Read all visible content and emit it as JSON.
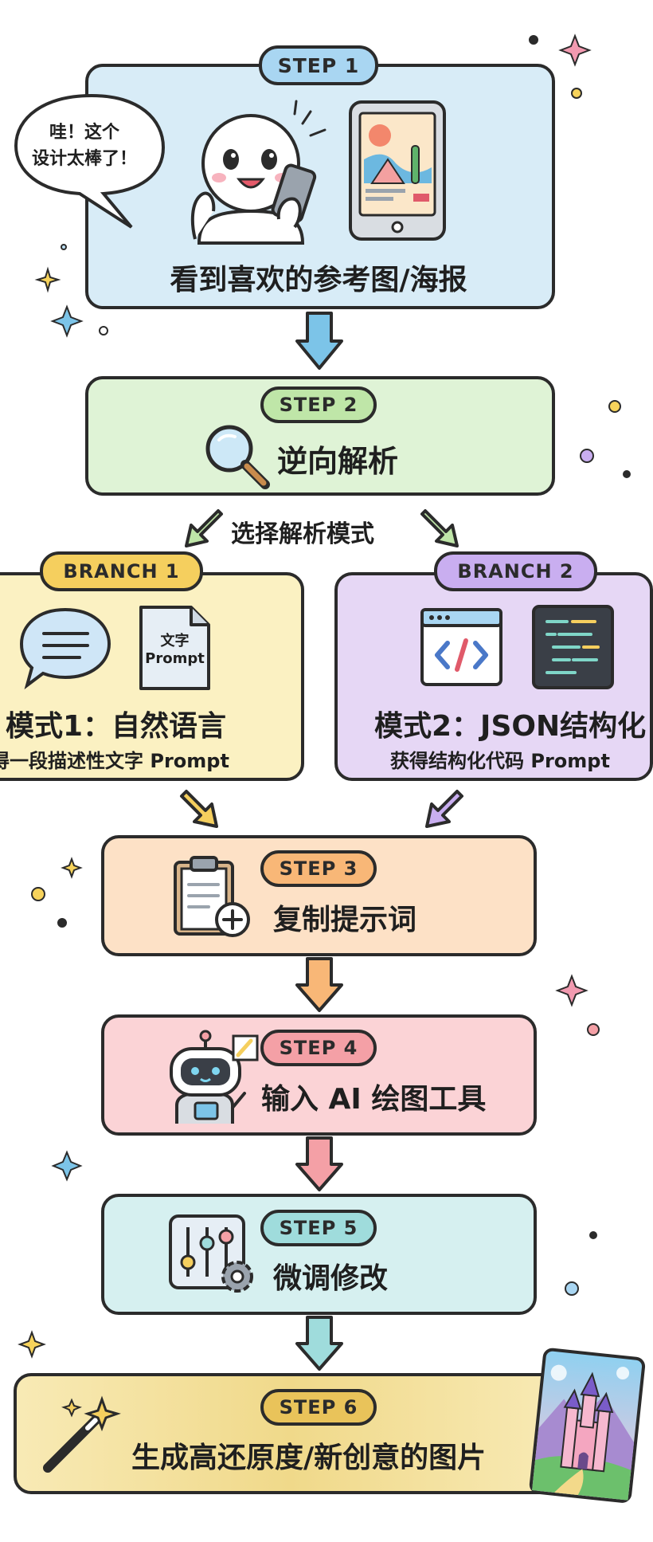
{
  "step1": {
    "label": "STEP 1",
    "title": "看到喜欢的参考图/海报",
    "speech": [
      "哇！这个",
      "设计太棒了！"
    ]
  },
  "step2": {
    "label": "STEP 2",
    "title": "逆向解析"
  },
  "choose_mode": "选择解析模式",
  "branch1": {
    "label": "BRANCH 1",
    "doc_lines": [
      "文字",
      "Prompt"
    ],
    "title": "模式1：自然语言",
    "subtitle": "得一段描述性文字 Prompt"
  },
  "branch2": {
    "label": "BRANCH 2",
    "title": "模式2：JSON结构化",
    "subtitle": "获得结构化代码 Prompt"
  },
  "step3": {
    "label": "STEP 3",
    "title": "复制提示词"
  },
  "step4": {
    "label": "STEP 4",
    "title": "输入 AI 绘图工具"
  },
  "step5": {
    "label": "STEP 5",
    "title": "微调修改"
  },
  "step6": {
    "label": "STEP 6",
    "title": "生成高还原度/新创意的图片"
  },
  "colors": {
    "step1_bg": "#d8ecf7",
    "step2_bg": "#dff3d6",
    "branch1_bg": "#fbf1c2",
    "branch2_bg": "#e6d7f5",
    "step3_bg": "#fde1c6",
    "step4_bg": "#fbd3d6",
    "step5_bg": "#d6f0f0",
    "step6_bg": "#f3e2a3",
    "pill_blue": "#a9d6f2",
    "pill_green": "#bfe6a8",
    "pill_yellow": "#f5cf5e",
    "pill_purple": "#c9aef0",
    "pill_orange": "#f8b777",
    "pill_red": "#f4a0a6",
    "pill_teal": "#9fdcdc",
    "pill_gold": "#e9c35a"
  }
}
